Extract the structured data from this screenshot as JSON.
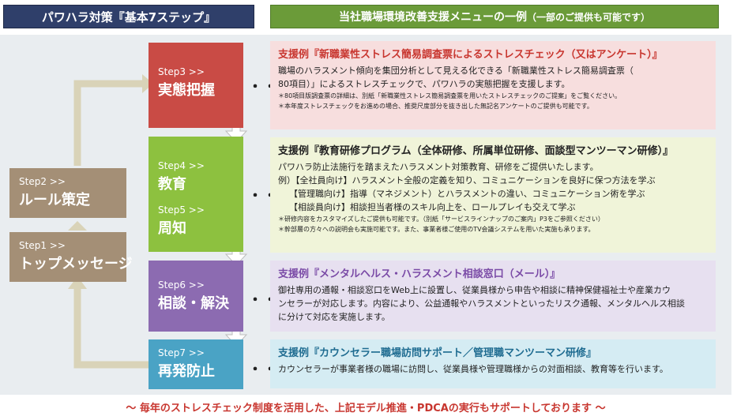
{
  "headers": {
    "left": "パワハラ対策『基本7ステップ』",
    "right_main": "当社職場環境改善支援メニューの一例",
    "right_sub": "（一部のご提供も可能です）"
  },
  "steps": {
    "step1": {
      "label": "Step1 >>",
      "title": "トップメッセージ"
    },
    "step2": {
      "label": "Step2 >>",
      "title": "ルール策定"
    },
    "step3": {
      "label": "Step3 >>",
      "title": "実態把握"
    },
    "step4": {
      "label": "Step4 >>",
      "title": "教育"
    },
    "step5": {
      "label": "Step5 >>",
      "title": "周知"
    },
    "step6": {
      "label": "Step6 >>",
      "title": "相談・解決"
    },
    "step7": {
      "label": "Step7 >>",
      "title": "再発防止"
    }
  },
  "connector": "・・・",
  "cards": {
    "stress": {
      "title": "支援例『新職業性ストレス簡易調査票によるストレスチェック（又はアンケート）』",
      "body1": "職場のハラスメント傾向を集団分析として見える化できる「新職業性ストレス簡易調査票（",
      "body2": "80項目）」によるストレスチェックで、パワハラの実態把握を支援します。",
      "note1": "＊80項目版調査票の詳細は、別紙「新職業性ストレス簡易調査票を用いたストレスチェックのご提案」をご覧ください。",
      "note2": "＊本年度ストレスチェックをお進めの場合、推奨尺度部分を抜き出した無記名アンケートのご提供も可能です。"
    },
    "training": {
      "title": "支援例『教育研修プログラム（全体研修、所属単位研修、面談型マンツーマン研修）』",
      "body1": "パワハラ防止法施行を踏まえたハラスメント対策教育、研修をご提供いたします。",
      "ex1": "例）【全社員向け】ハラスメント全般の定義を知り、コミュニケーションを良好に保つ方法を学ぶ",
      "ex2": "【管理職向け】指導（マネジメント）とハラスメントの違い、コミュニケーション術を学ぶ",
      "ex3": "【相談員向け】相談担当者様のスキル向上を、ロールプレイも交えて学ぶ",
      "note1": "＊研修内容をカスタマイズしたご提供も可能です。（別紙「サービスラインナップのご案内」P3をご参照ください）",
      "note2": "＊幹部層の方々への説明会も実施可能です。また、事業者様ご使用のTV会議システムを用いた実施も承ります。"
    },
    "consult": {
      "title": "支援例『メンタルヘルス・ハラスメント相談窓口（メール）』",
      "body1": "御社専用の通報・相談窓口をWeb上に設置し、従業員様から申告や相談に精神保健福祉士や産業カウ",
      "body2": "ンセラーが対応します。内容により、公益通報やハラスメントといったリスク通報、メンタルヘルス相談",
      "body3": "に分けて対応を実施します。"
    },
    "visit": {
      "title": "支援例『カウンセラー職場訪問サポート／管理職マンツーマン研修』",
      "body1": "カウンセラーが事業者様の職場に訪問し、従業員様や管理職様からの対面相談、教育等を行います。"
    }
  },
  "footer": "～ 毎年のストレスチェック制度を活用した、上記モデル推進・PDCAの実行もサポートしております ～",
  "colors": {
    "header_left": "#2f3f6a",
    "header_right": "#6b9b39",
    "step_left": "#a48f76",
    "step3": "#c94b45",
    "step45": "#8dc13f",
    "step6": "#8c6bb1",
    "step7": "#4aa3c5",
    "footer_text": "#c8362f"
  }
}
